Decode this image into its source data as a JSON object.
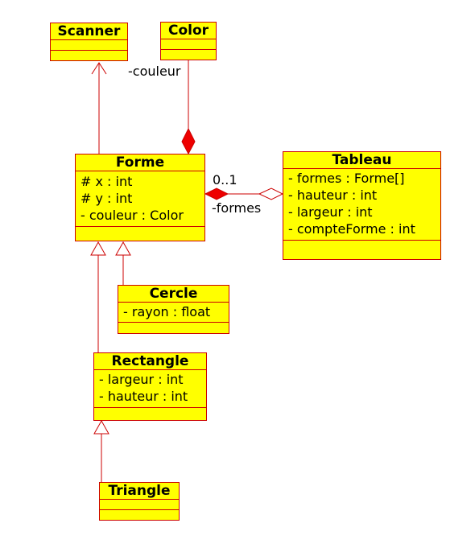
{
  "classes": {
    "scanner": {
      "name": "Scanner",
      "attributes": []
    },
    "color": {
      "name": "Color",
      "attributes": []
    },
    "forme": {
      "name": "Forme",
      "attributes": [
        "# x : int",
        "# y : int",
        "- couleur : Color"
      ]
    },
    "tableau": {
      "name": "Tableau",
      "attributes": [
        "- formes : Forme[]",
        "- hauteur : int",
        "- largeur : int",
        "- compteForme : int"
      ]
    },
    "cercle": {
      "name": "Cercle",
      "attributes": [
        "- rayon : float"
      ]
    },
    "rectangle": {
      "name": "Rectangle",
      "attributes": [
        "- largeur : int",
        "- hauteur : int"
      ]
    },
    "triangle": {
      "name": "Triangle",
      "attributes": []
    }
  },
  "labels": {
    "couleur_role": "-couleur",
    "formes_multiplicity": "0..1",
    "formes_role": "-formes"
  },
  "colors": {
    "fill": "#ffff00",
    "stroke": "#cc0000"
  }
}
